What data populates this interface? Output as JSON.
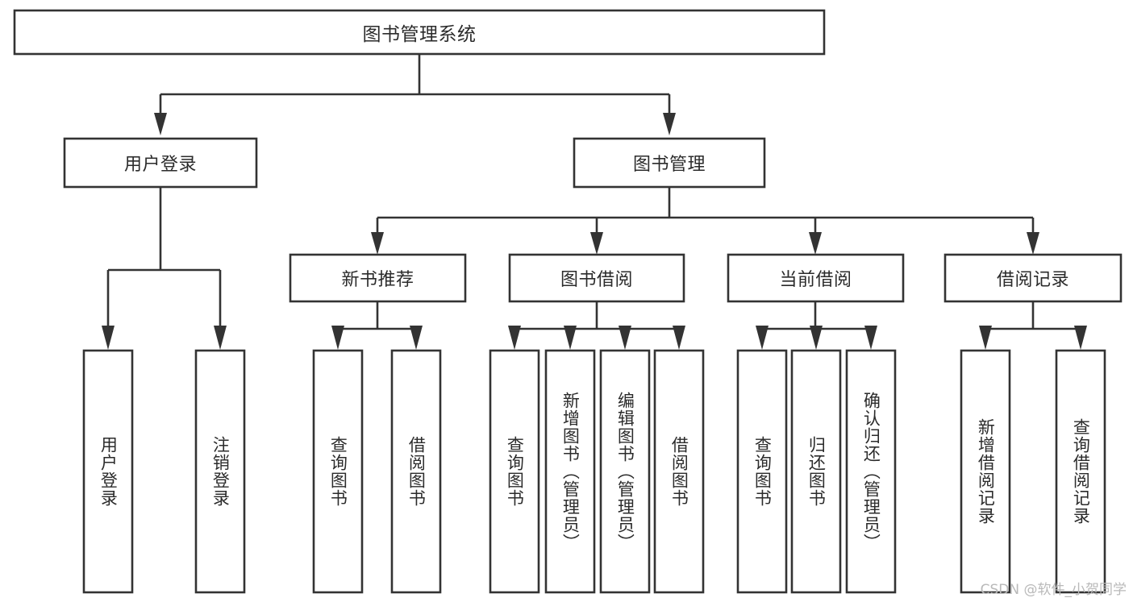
{
  "diagram": {
    "title": "图书管理系统",
    "type": "tree-hierarchy",
    "watermark": "CSDN @软件_小贺同学",
    "colors": {
      "background": "#ffffff",
      "box_stroke": "#333333",
      "connector": "#333333",
      "text": "#2b2b2b",
      "watermark": "#b9b9b9"
    },
    "root": {
      "label": "图书管理系统",
      "orientation": "horizontal"
    },
    "level2": [
      {
        "label": "用户登录",
        "orientation": "horizontal"
      },
      {
        "label": "图书管理",
        "orientation": "horizontal"
      }
    ],
    "level3": [
      {
        "label": "新书推荐",
        "orientation": "horizontal"
      },
      {
        "label": "图书借阅",
        "orientation": "horizontal"
      },
      {
        "label": "当前借阅",
        "orientation": "horizontal"
      },
      {
        "label": "借阅记录",
        "orientation": "horizontal"
      }
    ],
    "leaves": {
      "user_login": [
        {
          "label": "用户登录",
          "orientation": "vertical"
        },
        {
          "label": "注销登录",
          "orientation": "vertical"
        }
      ],
      "new_book_recommend": [
        {
          "label": "查询图书",
          "orientation": "vertical"
        },
        {
          "label": "借阅图书",
          "orientation": "vertical"
        }
      ],
      "book_borrow": [
        {
          "label": "查询图书",
          "orientation": "vertical"
        },
        {
          "label": "新增图书（管理员）",
          "orientation": "vertical"
        },
        {
          "label": "编辑图书（管理员）",
          "orientation": "vertical"
        },
        {
          "label": "借阅图书",
          "orientation": "vertical"
        }
      ],
      "current_borrow": [
        {
          "label": "查询图书",
          "orientation": "vertical"
        },
        {
          "label": "归还图书",
          "orientation": "vertical"
        },
        {
          "label": "确认归还（管理员）",
          "orientation": "vertical"
        }
      ],
      "borrow_record": [
        {
          "label": "新增借阅记录",
          "orientation": "vertical"
        },
        {
          "label": "查询借阅记录",
          "orientation": "vertical"
        }
      ]
    }
  }
}
